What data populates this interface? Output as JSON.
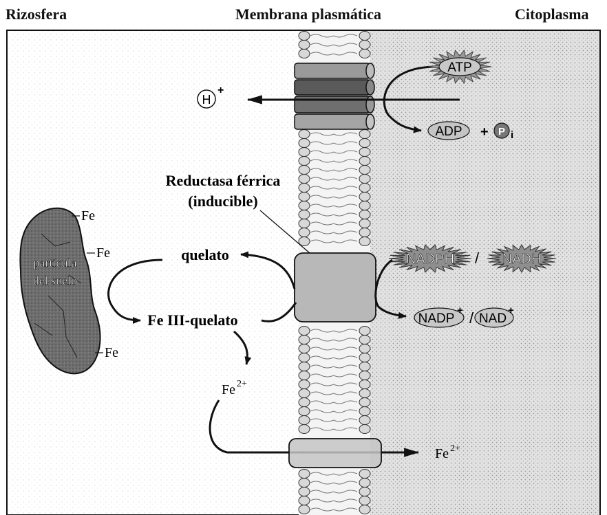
{
  "headers": {
    "left": "Rizosfera",
    "center": "Membrana plasmática",
    "right": "Citoplasma"
  },
  "pump": {
    "ion": "H",
    "ion_charge": "+",
    "atp": "ATP",
    "adp": "ADP",
    "plus": "+",
    "pi_letter": "P",
    "pi_sub": "i"
  },
  "reductase": {
    "label_line1": "Reductasa férrica",
    "label_line2": "(inducible)",
    "donor1": "NADPH",
    "donor_sep": "/",
    "donor2": "NADH",
    "product1": "NADP",
    "product1_charge": "+",
    "product_sep": "/",
    "product2": "NAD",
    "product2_charge": "+"
  },
  "soil": {
    "particle_line1": "partícula",
    "particle_line2": "del suelo",
    "fe_labels": [
      "Fe",
      "Fe",
      "Fe"
    ]
  },
  "cycle": {
    "chelate": "quelato",
    "fe3_chelate": "Fe III-quelato",
    "fe2": "Fe",
    "fe2_charge": "2+"
  },
  "transport": {
    "fe2": "Fe",
    "fe2_charge": "2+"
  },
  "colors": {
    "membrane_head": "#d8d8d8",
    "cytoplasm": "#c9c9c9",
    "protein": "#b5b5b5",
    "pump_dark": "#6f6f6f",
    "soil": "#6b6b6b"
  }
}
